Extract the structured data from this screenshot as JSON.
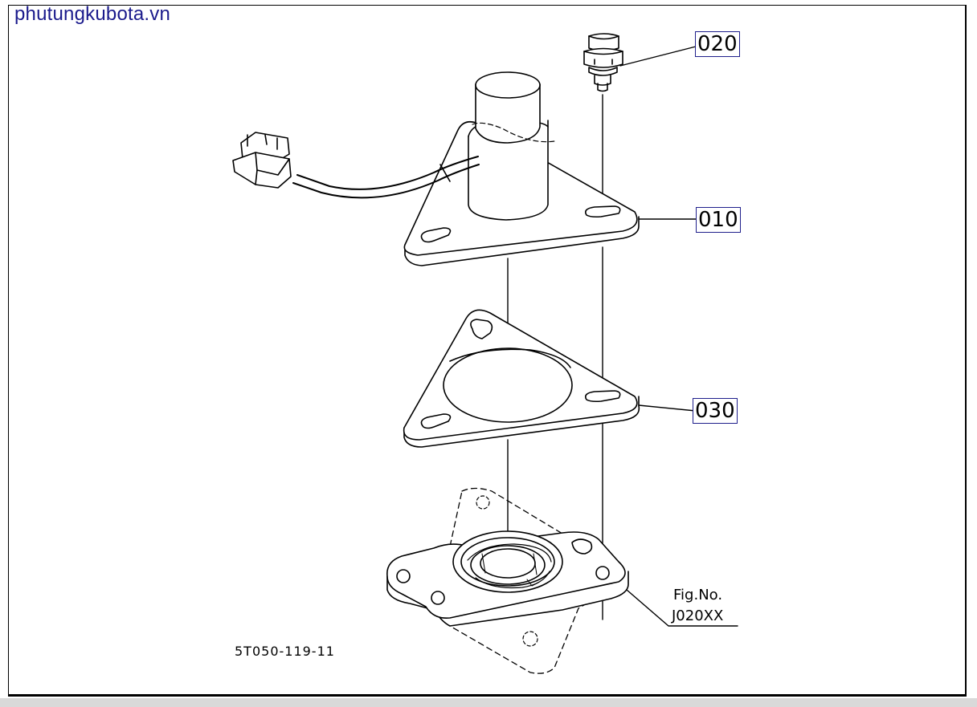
{
  "watermark": "phutungkubota.vn",
  "callouts": {
    "part_010": "010",
    "part_020": "020",
    "part_030": "030"
  },
  "figure": {
    "label": "Fig.No.",
    "number": "J020XX"
  },
  "drawing_number": "5T050-119-11",
  "colors": {
    "line": "#000000",
    "callout_border": "#1f1f8c",
    "watermark": "#1a1a8c"
  }
}
